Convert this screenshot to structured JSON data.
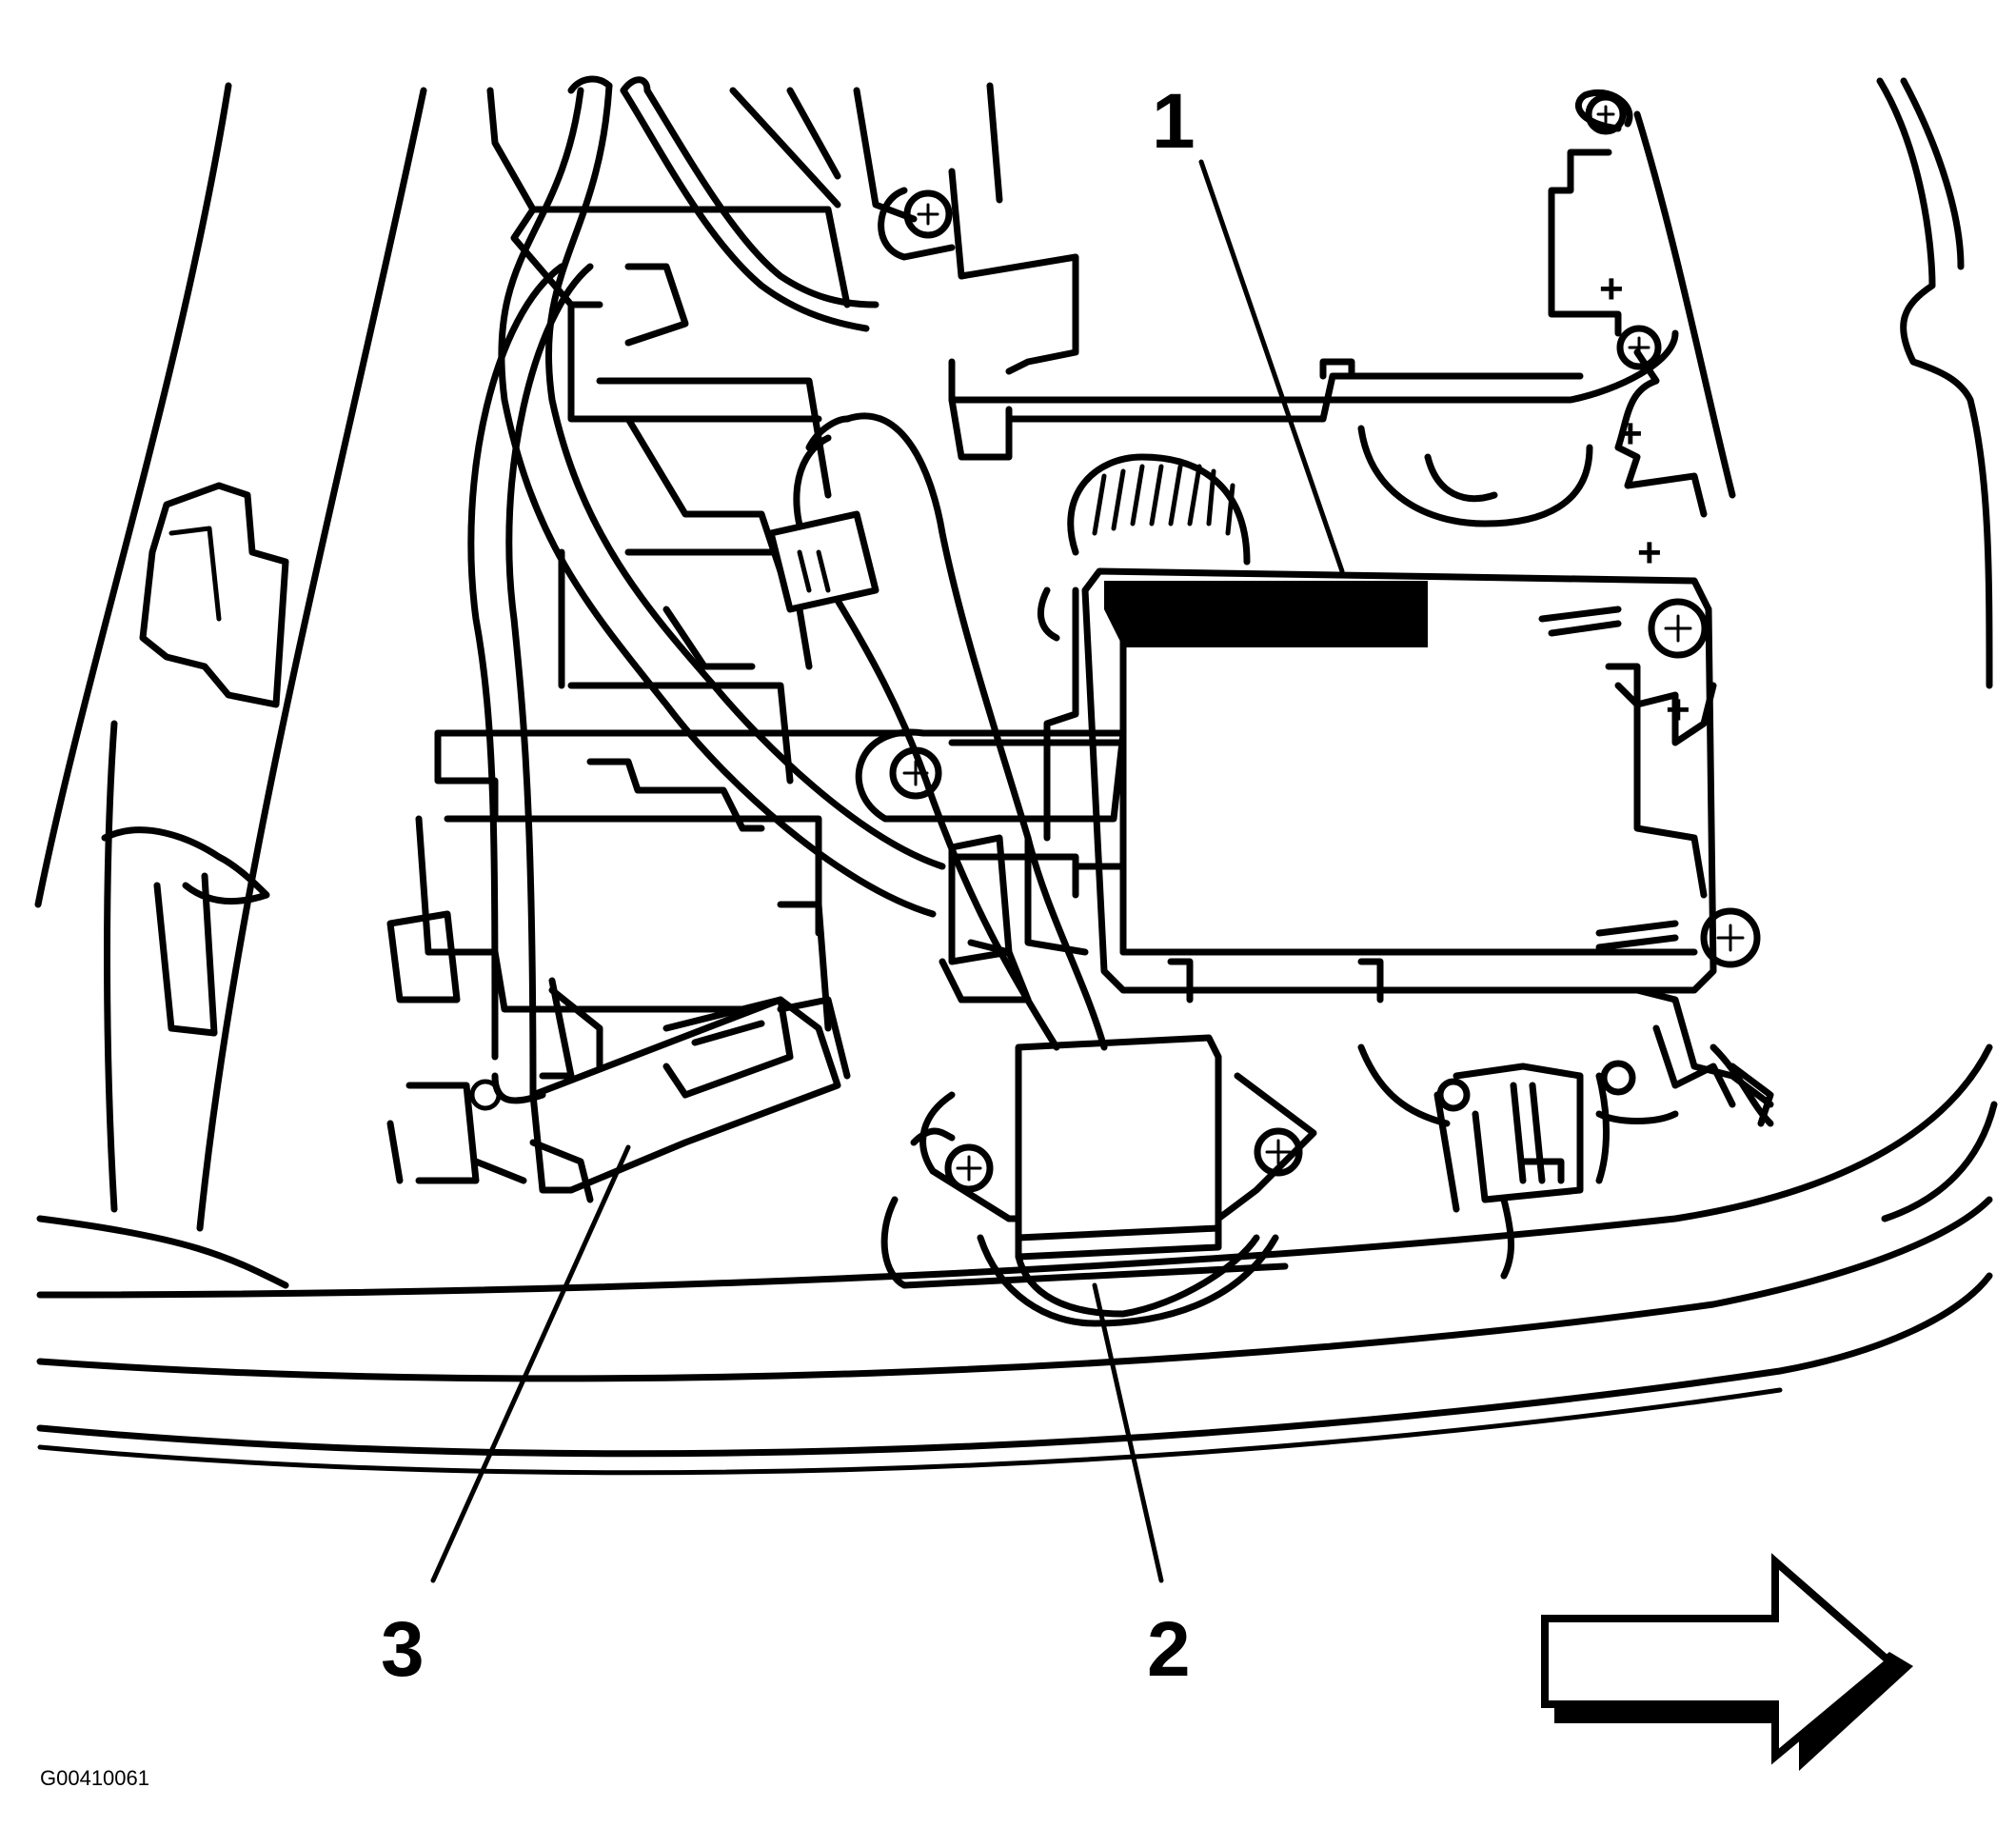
{
  "diagram": {
    "callouts": [
      {
        "id": "callout-1",
        "label": "1"
      },
      {
        "id": "callout-2",
        "label": "2"
      },
      {
        "id": "callout-3",
        "label": "3"
      }
    ],
    "figure_id": "G00410061",
    "plus_marks": [
      "+",
      "+",
      "+",
      "+"
    ],
    "colors": {
      "line": "#000000",
      "background": "#ffffff"
    },
    "icons": [
      "direction-arrow-icon"
    ]
  }
}
